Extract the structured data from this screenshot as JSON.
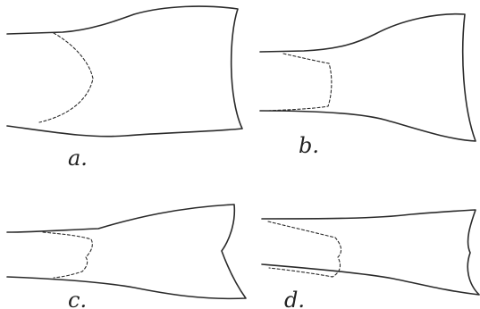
{
  "panels": [
    {
      "id": "a",
      "label": "a."
    },
    {
      "id": "b",
      "label": "b."
    },
    {
      "id": "c",
      "label": "c."
    },
    {
      "id": "d",
      "label": "d."
    }
  ]
}
